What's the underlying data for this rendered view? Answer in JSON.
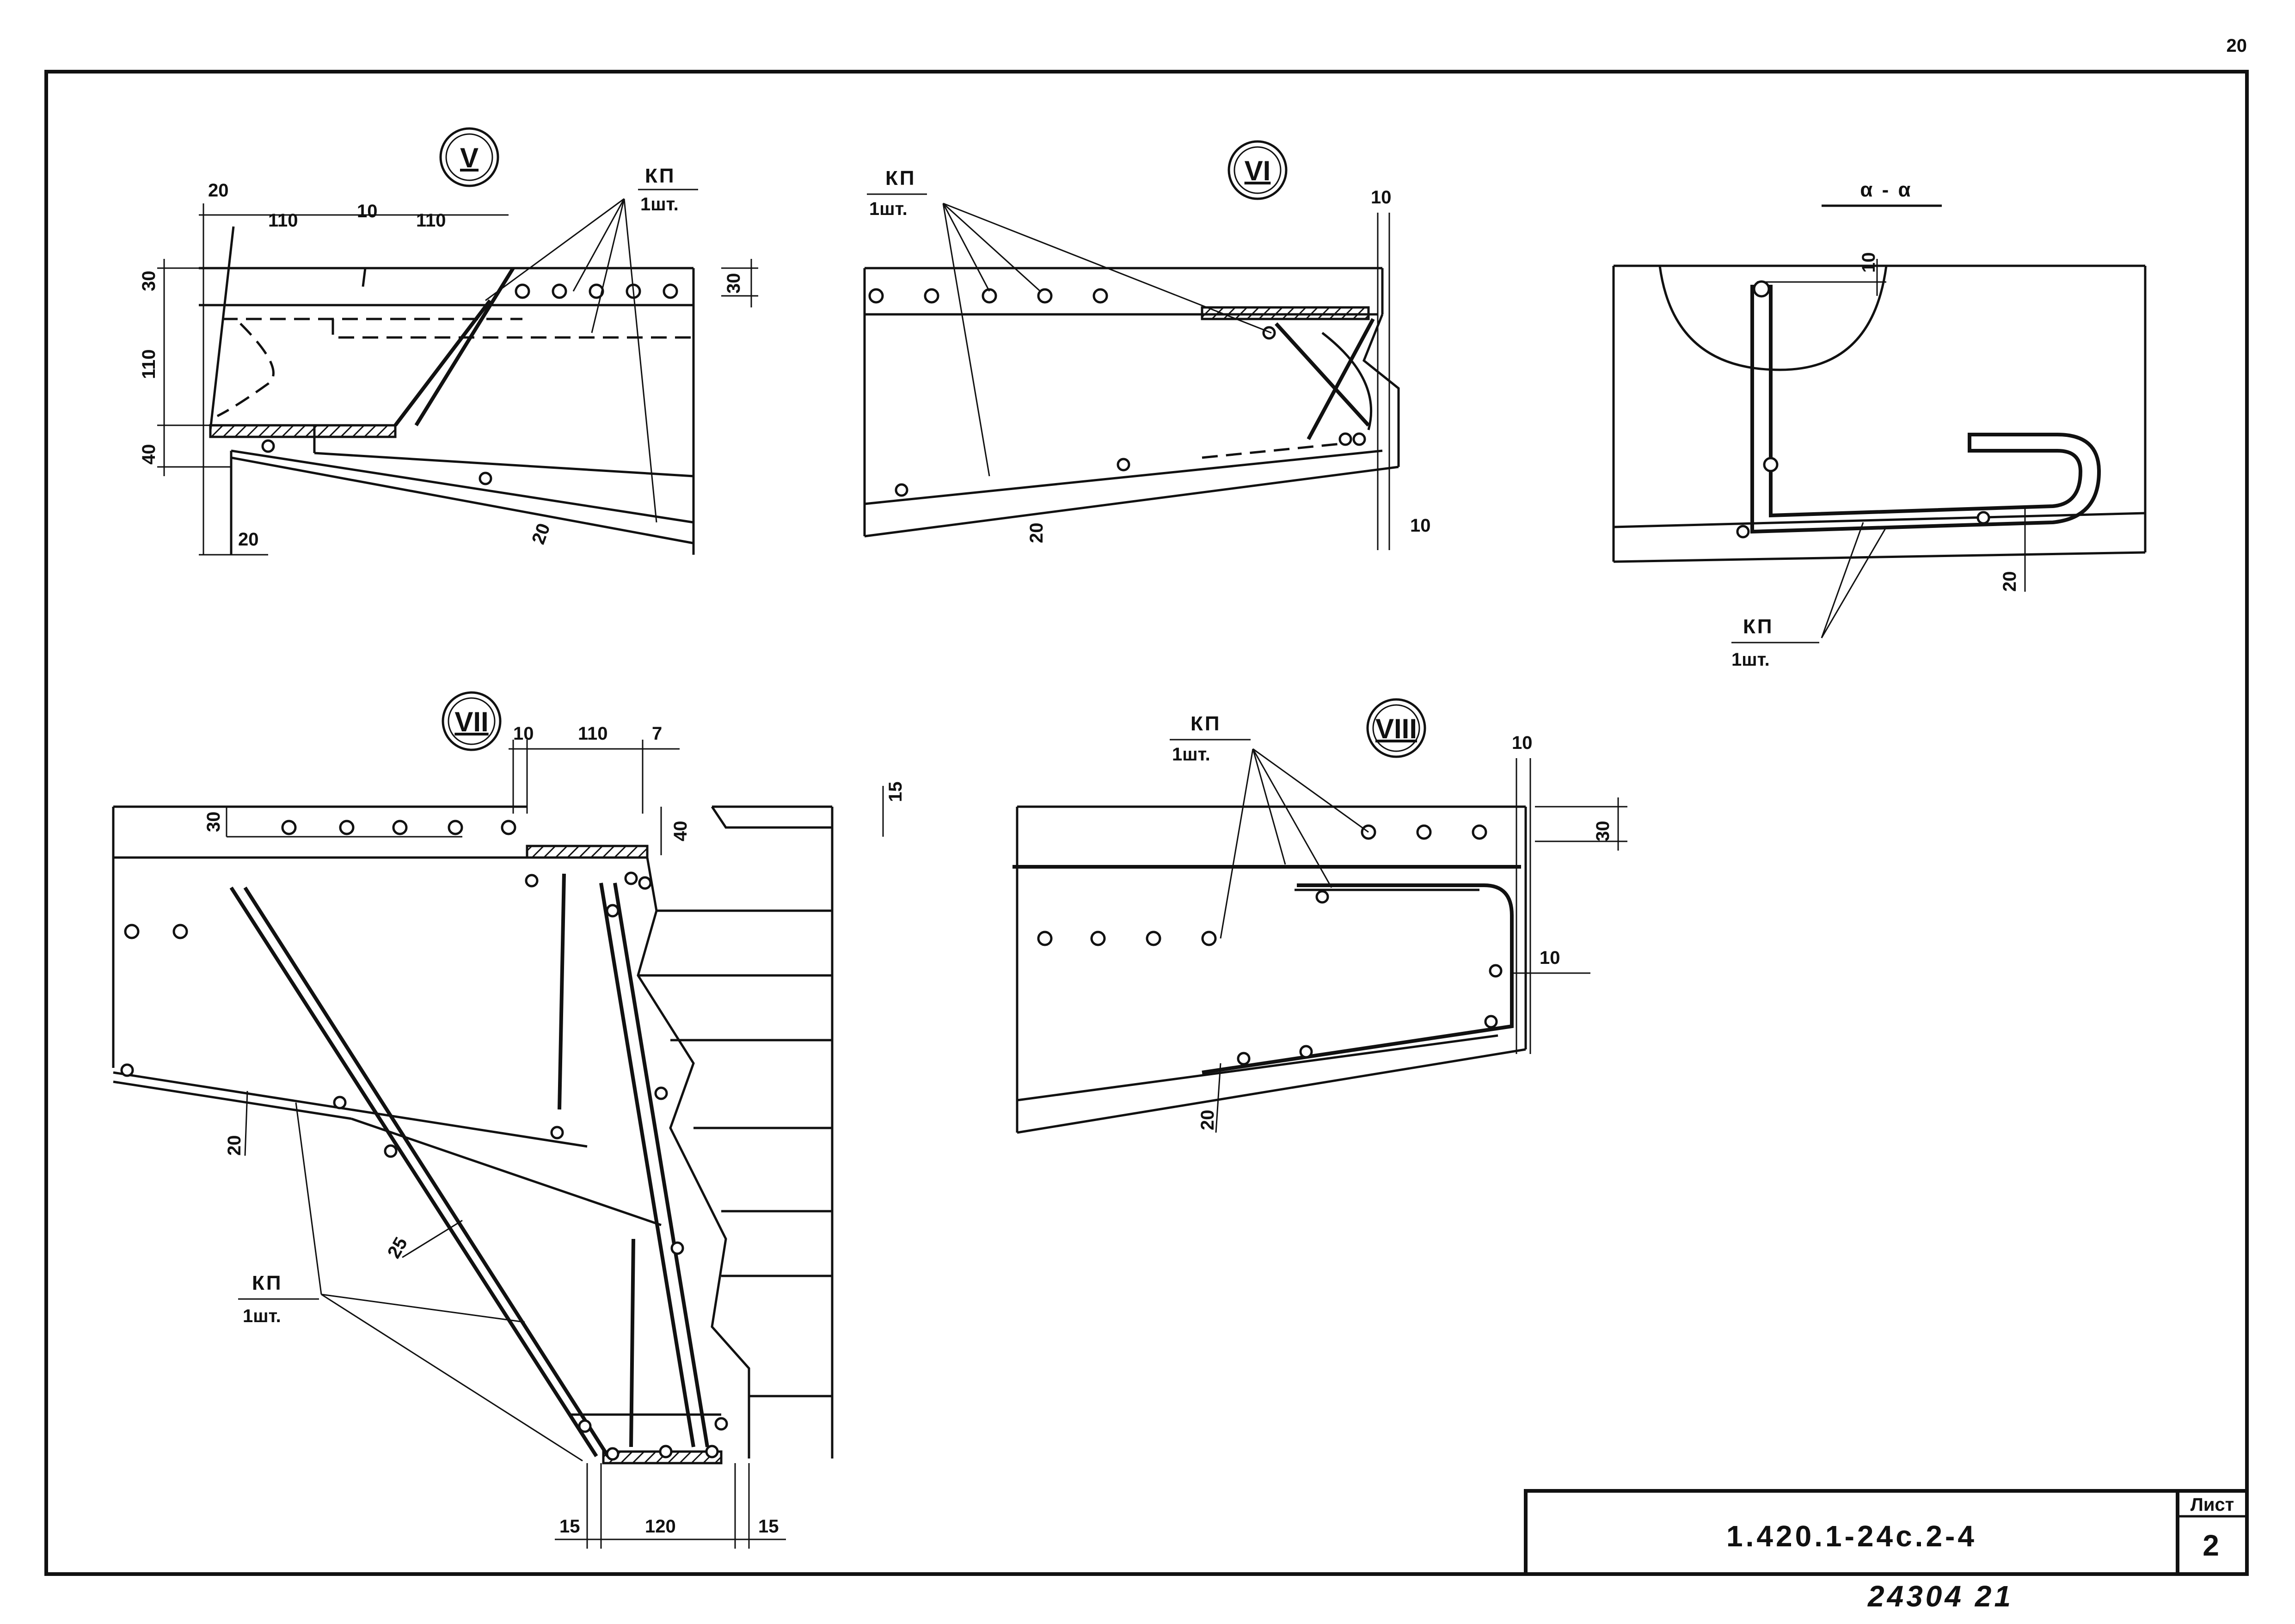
{
  "page_number": "20",
  "node_labels": {
    "v": "V",
    "vi": "VI",
    "vii": "VII",
    "viii": "VIII",
    "section": "α - α"
  },
  "callout": {
    "mark": "КП",
    "qty": "1шт."
  },
  "dimensions": {
    "v": [
      "20",
      "110",
      "10",
      "110",
      "30",
      "110",
      "40",
      "20",
      "30",
      "20"
    ],
    "vi": [
      "10",
      "20",
      "10"
    ],
    "aa": [
      "10",
      "20"
    ],
    "vii": [
      "10",
      "110",
      "7",
      "15",
      "30",
      "40",
      "20",
      "25",
      "15",
      "120",
      "15"
    ],
    "viii": [
      "10",
      "30",
      "10",
      "20"
    ]
  },
  "title_block": {
    "sheet_label": "Лист",
    "sheet_no": "2",
    "doc_code": "1.420.1-24с.2-4"
  },
  "bottom_note": "24304 21"
}
